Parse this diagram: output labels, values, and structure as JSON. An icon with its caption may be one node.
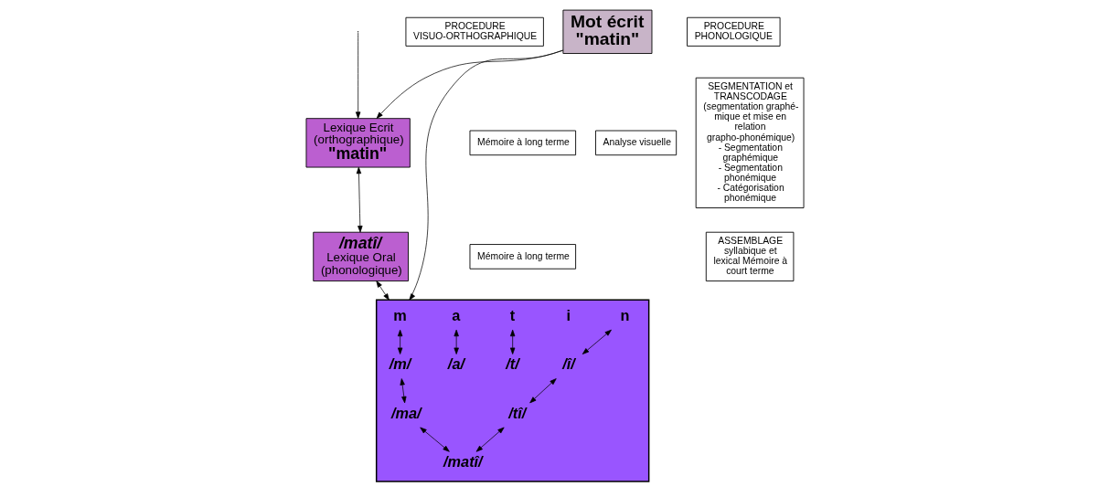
{
  "diagram": {
    "nodes": [
      {
        "text": [
          "Mot écrit \"matin\""
        ]
      },
      {
        "text": [
          "PROCEDURE VISUO-ORTHOGRAPHIQUE"
        ]
      },
      {
        "text": [
          "PROCEDURE PHONOLOGIQUE"
        ]
      },
      {
        "text": [
          "Analyse visuelle"
        ]
      },
      {
        "text": [
          "Mémoire à long terme"
        ]
      },
      {
        "text": [
          "Lexique Ecrit (orthographique)",
          "\"matin\""
        ]
      },
      {
        "text": [
          "SEGMENTATION et TRANSCODAGE",
          "(segmentation graphé- mique et mise en relation grapho-phonémique)",
          "- Segmentation graphémique",
          "- Segmentation phonémique",
          "- Catégorisation phonémique"
        ]
      },
      {
        "text": [],
        "shape": "box"
      },
      {
        "text": [
          "m"
        ],
        "in": 7
      },
      {
        "text": [
          "a"
        ],
        "in": 7
      },
      {
        "text": [
          "t"
        ],
        "in": 7
      },
      {
        "text": [
          "i"
        ],
        "in": 7
      },
      {
        "text": [
          "n"
        ],
        "in": 7
      },
      {
        "text": [
          "/m/"
        ],
        "in": 7
      },
      {
        "text": [
          "/a/"
        ],
        "in": 7
      },
      {
        "text": [
          "/t/"
        ],
        "in": 7
      },
      {
        "text": [
          "/î/"
        ],
        "in": 7
      },
      {
        "text": [
          "/ma/"
        ],
        "in": 7
      },
      {
        "text": [
          "/tî/"
        ],
        "in": 7
      },
      {
        "text": [
          "/matî/"
        ],
        "in": 7
      },
      {
        "text": [
          "Mémoire à long terme"
        ]
      },
      {
        "text": [
          "/matî/",
          "Lexique Oral (phonologique)"
        ]
      },
      {
        "text": [
          "ASSEMBLAGE syllabique et lexical Mémoire à court terme"
        ]
      }
    ],
    "edges": [
      {
        "from": 0,
        "to": 5,
        "arrow": "to"
      },
      {
        "from": 0,
        "to": 7,
        "arrow": "to"
      },
      {
        "from": 5,
        "to": 21,
        "arrow": "both"
      },
      {
        "from": 21,
        "to": 7,
        "arrow": "both"
      },
      {
        "from": null,
        "to": 5,
        "arrow": "to"
      },
      {
        "from": 8,
        "to": 13,
        "arrow": "both"
      },
      {
        "from": 9,
        "to": 14,
        "arrow": "both"
      },
      {
        "from": 10,
        "to": 15,
        "arrow": "both"
      },
      {
        "from": 12,
        "to": 16,
        "arrow": "both"
      },
      {
        "from": 13,
        "to": 17,
        "arrow": "both"
      },
      {
        "from": 16,
        "to": 18,
        "arrow": "both"
      },
      {
        "from": 17,
        "to": 19,
        "arrow": "both"
      },
      {
        "from": 18,
        "to": 19,
        "arrow": "both"
      }
    ]
  }
}
